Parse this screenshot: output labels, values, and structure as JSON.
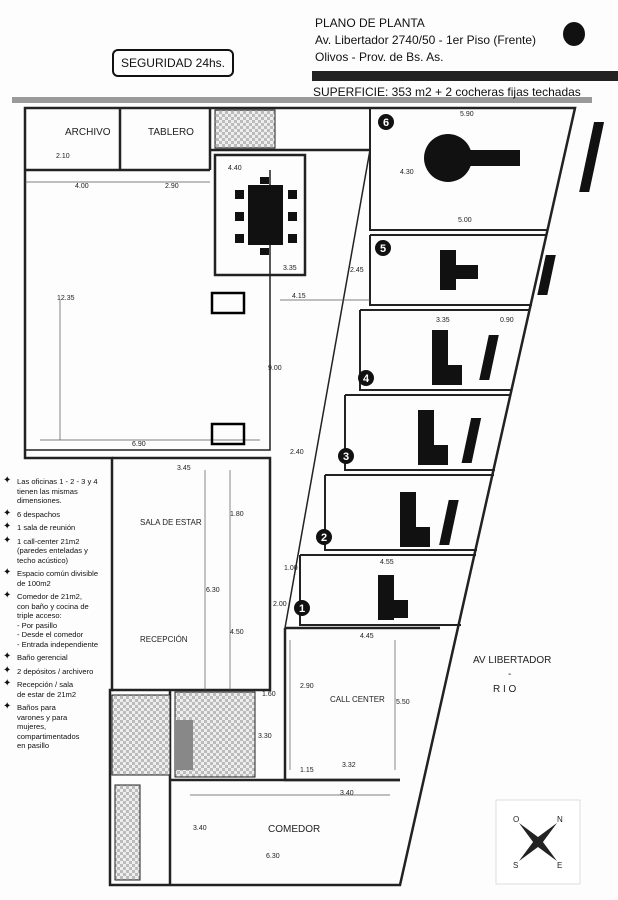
{
  "header": {
    "title": "PLANO DE PLANTA",
    "address": "Av. Libertador 2740/50 - 1er Piso (Frente)",
    "city": "Olivos - Prov. de Bs. As.",
    "surface": "SUPERFICIE: 353 m2 + 2 cocheras fijas techadas",
    "security": "SEGURIDAD 24hs."
  },
  "rooms": {
    "archivo": "ARCHIVO",
    "tablero": "TABLERO",
    "sala_estar": "SALA DE ESTAR",
    "recepcion": "RECEPCIÓN",
    "call_center": "CALL CENTER",
    "comedor": "COMEDOR"
  },
  "street": {
    "name": "AV LIBERTADOR",
    "dash": "-",
    "river": "R I O"
  },
  "offices": [
    "1",
    "2",
    "3",
    "4",
    "5",
    "6"
  ],
  "compass": {
    "n": "N",
    "e": "E",
    "s": "S",
    "o": "O"
  },
  "dimensions": {
    "d1": "2.10",
    "d2": "4.00",
    "d3": "2.90",
    "d4": "12.35",
    "d5": "6.90",
    "d6": "4.40",
    "d7": "3.35",
    "d8": "2.45",
    "d9": "4.15",
    "d10": "9.00",
    "d11": "2.40",
    "d12": "5.90",
    "d13": "4.30",
    "d14": "5.00",
    "d15": "3.35",
    "d16": "0.90",
    "d17": "3.45",
    "d18": "1.80",
    "d19": "6.30",
    "d20": "4.50",
    "d21": "1.00",
    "d22": "2.00",
    "d23": "4.55",
    "d24": "4.45",
    "d25": "2.90",
    "d26": "5.50",
    "d27": "1.60",
    "d28": "3.30",
    "d29": "1.15",
    "d30": "3.32",
    "d31": "3.40",
    "d32": "3.40",
    "d33": "6.30"
  },
  "legend": [
    "Las oficinas 1 - 2 - 3 y 4\ntienen las mismas\ndimensiones.",
    "6 despachos",
    "1 sala de reunión",
    "1 call-center 21m2\n(paredes enteladas y\ntecho acústico)",
    "Espacio común divisible\nde 100m2",
    "Comedor de 21m2,\ncon baño y cocina de\ntriple acceso:\n- Por pasillo\n- Desde el comedor\n- Entrada independiente",
    "Baño gerencial",
    "2 depósitos / archivero",
    "Recepción / sala\nde estar de 21m2",
    "Baños para\nvarones y para\nmujeres,\ncompartimentados\nen pasillo"
  ]
}
